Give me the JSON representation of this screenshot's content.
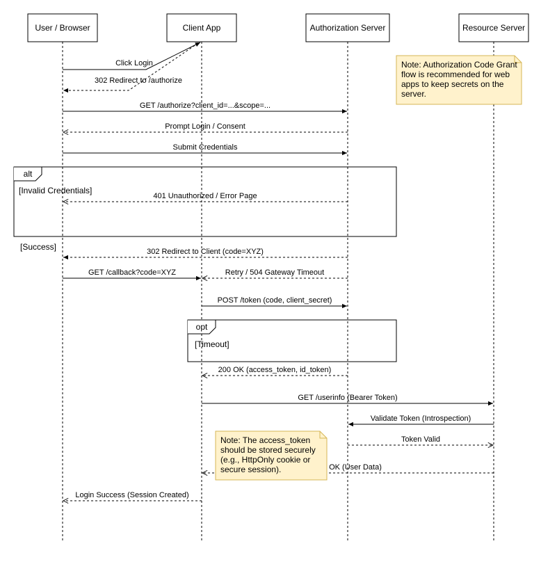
{
  "actors": [
    {
      "id": "user",
      "label": "User / Browser"
    },
    {
      "id": "client",
      "label": "Client App"
    },
    {
      "id": "auth",
      "label": "Authorization Server"
    },
    {
      "id": "resource",
      "label": "Resource Server"
    }
  ],
  "messages": [
    {
      "id": "click-login",
      "label": "Click Login",
      "style": "solid",
      "head": "filled"
    },
    {
      "id": "redirect-authorize",
      "label": "302 Redirect to /authorize",
      "style": "dashed",
      "head": "filled"
    },
    {
      "id": "get-authorize",
      "label": "GET /authorize?client_id=...&scope=...",
      "style": "solid",
      "head": "filled"
    },
    {
      "id": "prompt-login",
      "label": "Prompt Login / Consent",
      "style": "dashed",
      "head": "open"
    },
    {
      "id": "submit-credentials",
      "label": "Submit Credentials",
      "style": "solid",
      "head": "filled"
    },
    {
      "id": "unauthorized",
      "label": "401 Unauthorized / Error Page",
      "style": "dashed",
      "head": "open"
    },
    {
      "id": "redirect-client",
      "label": "302 Redirect to Client (code=XYZ)",
      "style": "dashed",
      "head": "filled"
    },
    {
      "id": "callback",
      "label": "GET /callback?code=XYZ",
      "style": "solid",
      "head": "filled"
    },
    {
      "id": "retry-timeout",
      "label": "Retry / 504 Gateway Timeout",
      "style": "dashed",
      "head": "open"
    },
    {
      "id": "post-token",
      "label": "POST /token (code, client_secret)",
      "style": "solid",
      "head": "filled"
    },
    {
      "id": "token-ok",
      "label": "200 OK (access_token, id_token)",
      "style": "dashed",
      "head": "open"
    },
    {
      "id": "get-userinfo",
      "label": "GET /userinfo (Bearer Token)",
      "style": "solid",
      "head": "filled"
    },
    {
      "id": "validate-token",
      "label": "Validate Token (Introspection)",
      "style": "solid",
      "head": "filled"
    },
    {
      "id": "token-valid",
      "label": "Token Valid",
      "style": "dashed",
      "head": "open"
    },
    {
      "id": "user-data",
      "label": "OK (User Data)",
      "style": "dashed",
      "head": "open"
    },
    {
      "id": "login-success",
      "label": "Login Success (Session Created)",
      "style": "dashed",
      "head": "open"
    }
  ],
  "frames": [
    {
      "id": "alt",
      "keyword": "alt",
      "guard": "[Invalid Credentials]"
    },
    {
      "id": "opt",
      "keyword": "opt",
      "guard": "[Timeout]"
    }
  ],
  "guards": {
    "success": "[Success]"
  },
  "notes": [
    {
      "id": "grant-note",
      "lines": [
        "Note: Authorization Code Grant",
        "flow is recommended for web",
        "apps to keep secrets on the",
        "server."
      ]
    },
    {
      "id": "token-note",
      "lines": [
        "Note: The access_token",
        "should be stored securely",
        "(e.g., HttpOnly cookie or",
        "secure session)."
      ]
    }
  ],
  "colors": {
    "line": "#000000",
    "note_fill": "#fff2cc",
    "note_stroke": "#d6b656",
    "background": "#ffffff"
  }
}
